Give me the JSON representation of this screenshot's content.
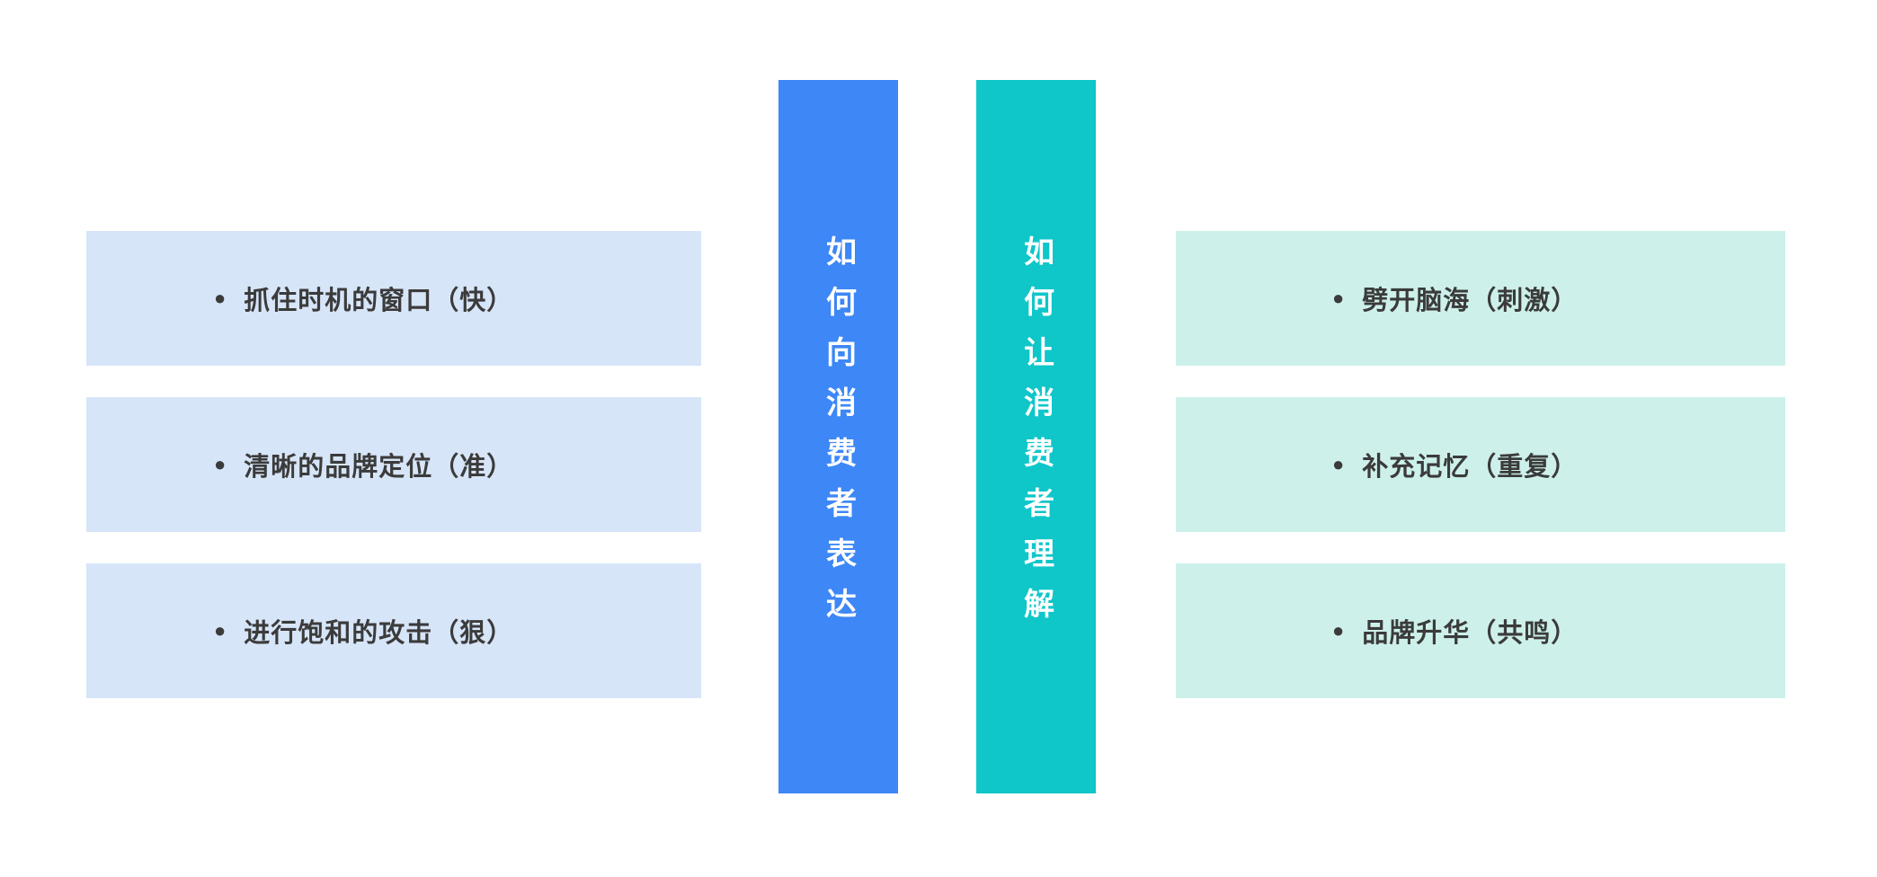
{
  "page": {
    "background": "#ffffff"
  },
  "left_group": {
    "box_color": "#d7e5f8",
    "text_color": "#3b3b3b",
    "bullet": "●",
    "items": [
      {
        "label": "抓住时机的窗口（快）"
      },
      {
        "label": "清晰的品牌定位（准）"
      },
      {
        "label": "进行饱和的攻击（狠）"
      }
    ]
  },
  "columns": [
    {
      "title": "如何向消费者表达",
      "color": "#3d87f6",
      "text_color": "#ffffff"
    },
    {
      "title": "如何让消费者理解",
      "color": "#0fc6c9",
      "text_color": "#ffffff"
    }
  ],
  "right_group": {
    "box_color": "#cdf1ea",
    "text_color": "#3b3b3b",
    "bullet": "●",
    "items": [
      {
        "label": "劈开脑海（刺激）"
      },
      {
        "label": "补充记忆（重复）"
      },
      {
        "label": "品牌升华（共鸣）"
      }
    ]
  }
}
